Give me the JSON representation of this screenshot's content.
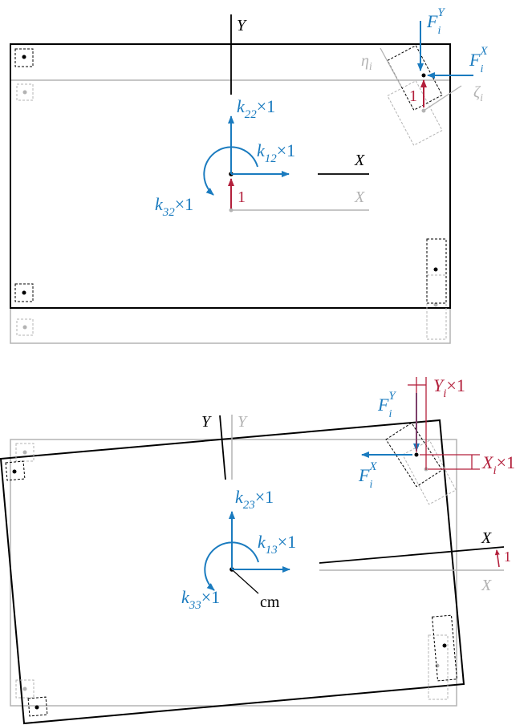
{
  "colors": {
    "black": "#000000",
    "blue": "#1a7bbf",
    "red": "#b3203c",
    "gray": "#b3b3b3"
  },
  "top": {
    "axis_y": "Y",
    "axis_x": "X",
    "axis_x_ref": "X",
    "k22": {
      "k": "k",
      "sub": "22",
      "tail": "×1"
    },
    "k12": {
      "k": "k",
      "sub": "12",
      "tail": "×1"
    },
    "k32": {
      "k": "k",
      "sub": "32",
      "tail": "×1"
    },
    "unit": "1",
    "unit_wall": "1",
    "force_y": {
      "F": "F",
      "sub": "i",
      "sup": "Y"
    },
    "force_x": {
      "F": "F",
      "sub": "i",
      "sup": "X"
    },
    "eta": {
      "sym": "η",
      "sub": "i"
    },
    "zeta": {
      "sym": "ζ",
      "sub": "i"
    }
  },
  "bottom": {
    "axis_y": "Y",
    "axis_y_ref": "Y",
    "axis_x": "X",
    "axis_x_ref": "X",
    "k23": {
      "k": "k",
      "sub": "23",
      "tail": "×1"
    },
    "k13": {
      "k": "k",
      "sub": "13",
      "tail": "×1"
    },
    "k33": {
      "k": "k",
      "sub": "33",
      "tail": "×1"
    },
    "cm": "cm",
    "unit_rot": "1",
    "force_y": {
      "F": "F",
      "sub": "i",
      "sup": "Y"
    },
    "force_x": {
      "F": "F",
      "sub": "i",
      "sup": "X"
    },
    "dim_y": {
      "sym": "Y",
      "sub": "i",
      "tail": "×1"
    },
    "dim_x": {
      "sym": "X",
      "sub": "i",
      "tail": "×1"
    }
  }
}
